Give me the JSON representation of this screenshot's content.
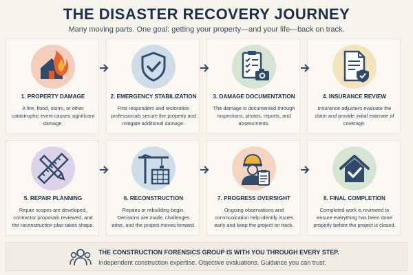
{
  "header": {
    "title": "THE DISASTER RECOVERY JOURNEY",
    "subtitle": "Many moving parts. One goal: getting your property—and your life—back on track."
  },
  "steps": [
    {
      "title": "1. PROPERTY DAMAGE",
      "desc": "A fire, flood, storm, or other catastrophic event causes significant damage.",
      "icon": "burning-house-icon",
      "color": "#f4cdbd"
    },
    {
      "title": "2. EMERGENCY STABILIZATION",
      "desc": "First responders and restoration professionals secure the property and mitigate additional damage.",
      "icon": "shield-check-icon",
      "color": "#cfdde9"
    },
    {
      "title": "3. DAMAGE DOCUMENTATION",
      "desc": "The damage is documented through inspections, photos, reports, and assessments.",
      "icon": "clipboard-camera-icon",
      "color": "#d6e4d2"
    },
    {
      "title": "4. INSURANCE REVIEW",
      "desc": "Insurance adjusters evaluate the claim and provide initial estimate of coverage.",
      "icon": "document-shield-icon",
      "color": "#f3e4bd"
    },
    {
      "title": "5. REPAIR PLANNING",
      "desc": "Repair scopes are developed, contractor proposals reviewed, and the reconstruction plan takes shape.",
      "icon": "ruler-pencil-icon",
      "color": "#ddd3e8"
    },
    {
      "title": "6. RECONSTRUCTION",
      "desc": "Repairs or rebuilding begin. Decisions are made, challenges arise, and the project moves forward.",
      "icon": "crane-icon",
      "color": "#cfdde9"
    },
    {
      "title": "7. PROGRESS OVERSIGHT",
      "desc": "Ongoing observations and communication help identify issues early and keep the project on track.",
      "icon": "inspector-icon",
      "color": "#f4d5c0"
    },
    {
      "title": "8. FINAL COMPLETION",
      "desc": "Completed work is reviewed to ensure everything has been done properly before the project is closed.",
      "icon": "house-check-icon",
      "color": "#d6e4d2"
    }
  ],
  "footer": {
    "headline": "THE CONSTRUCTION FORENSICS GROUP IS WITH YOU THROUGH EVERY STEP.",
    "tagline": "Independent construction expertise. Objective evaluations. Guidance you can trust.",
    "icon": "group-icon"
  }
}
